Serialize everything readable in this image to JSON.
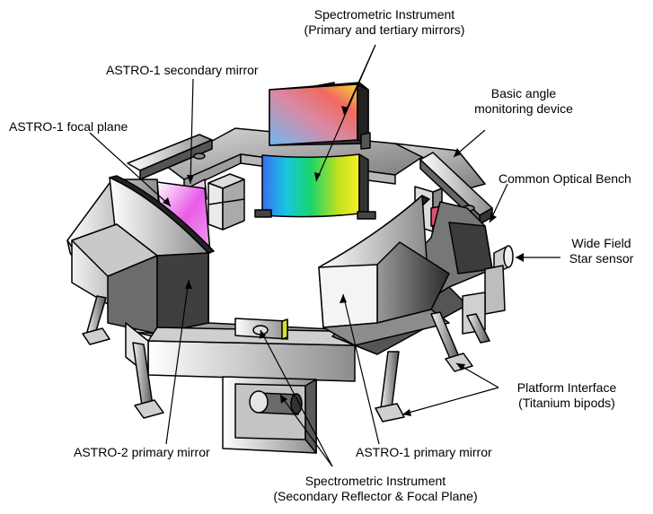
{
  "labels": {
    "spectro_primary": {
      "line1": "Spectrometric Instrument",
      "line2": "(Primary and tertiary mirrors)"
    },
    "astro1_secondary": "ASTRO-1 secondary mirror",
    "basic_angle": {
      "line1": "Basic angle",
      "line2": "monitoring device"
    },
    "astro1_focal": "ASTRO-1 focal plane",
    "common_bench": "Common Optical Bench",
    "wide_field": {
      "line1": "Wide Field",
      "line2": "Star sensor"
    },
    "platform": {
      "line1": "Platform Interface",
      "line2": "(Titanium bipods)"
    },
    "astro2_primary": "ASTRO-2 primary mirror",
    "astro1_primary": "ASTRO-1 primary mirror",
    "spectro_secondary": {
      "line1": "Spectrometric Instrument",
      "line2": "(Secondary Reflector & Focal Plane)"
    }
  }
}
